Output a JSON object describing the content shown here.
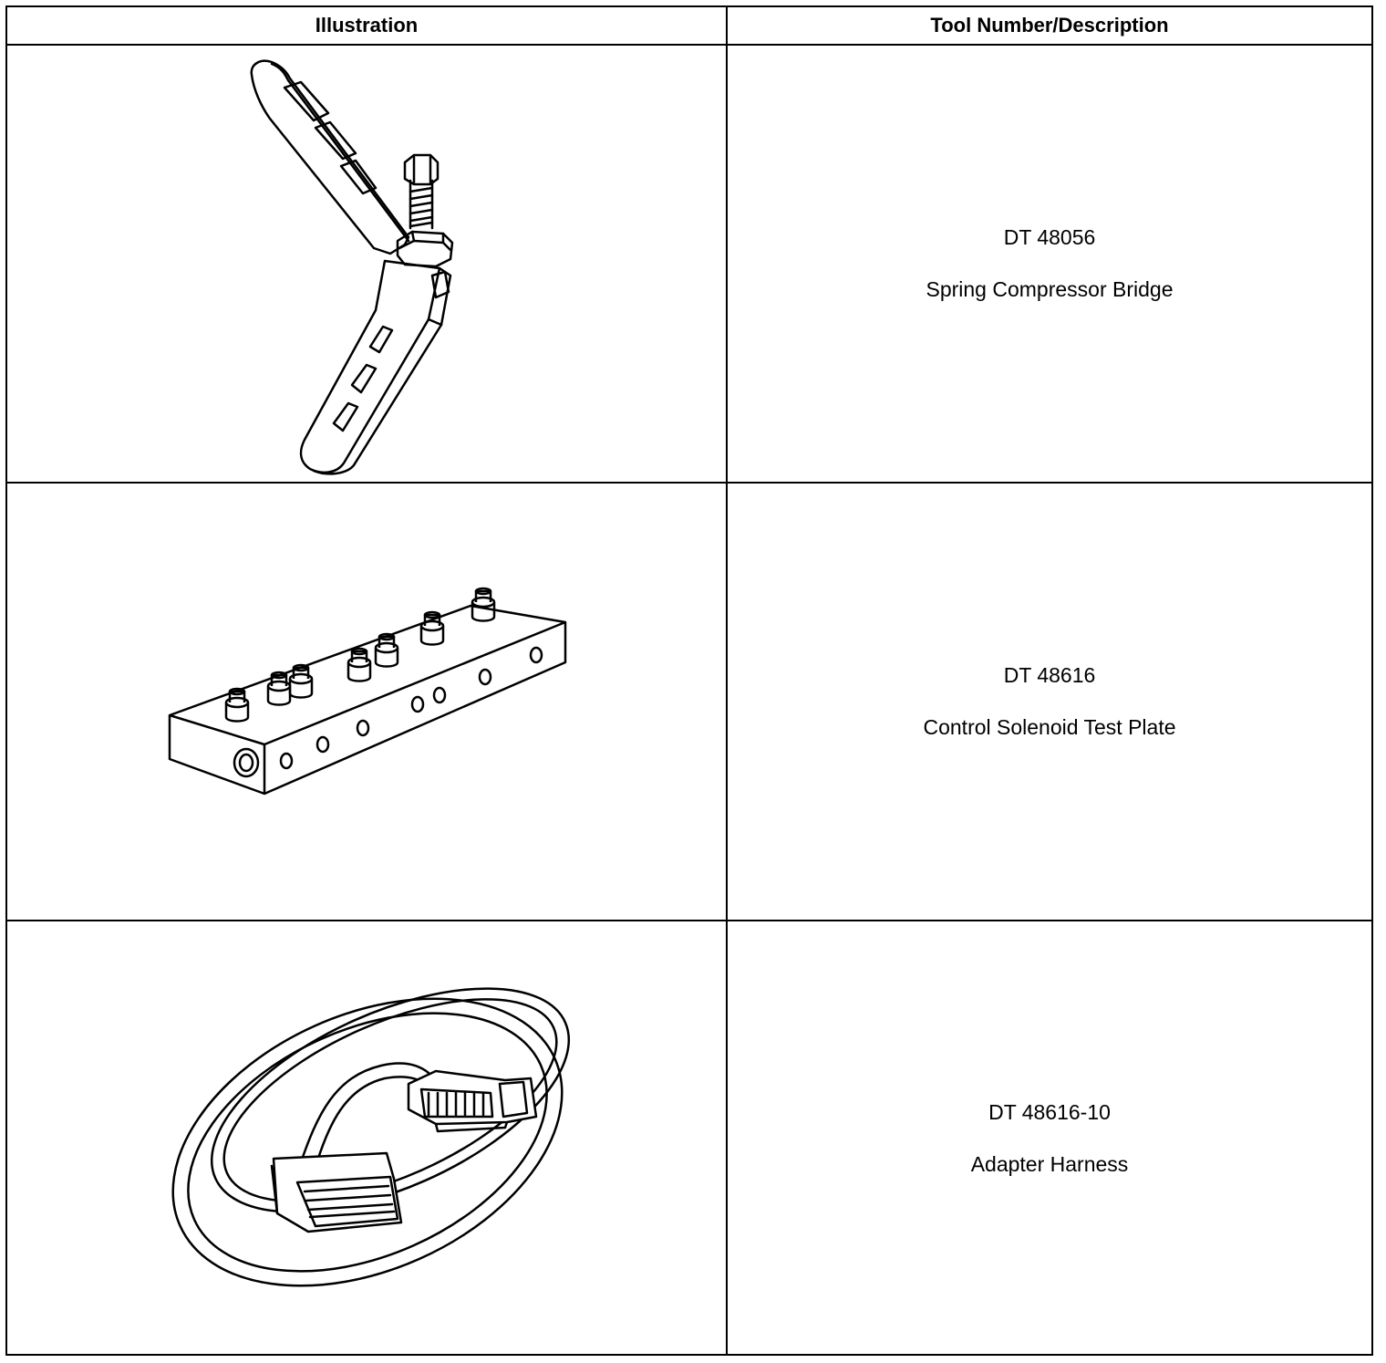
{
  "header": {
    "illustration": "Illustration",
    "tool": "Tool Number/Description"
  },
  "rows": [
    {
      "number": "DT 48056",
      "description": "Spring Compressor Bridge",
      "icon": "spring-compressor-bridge-icon"
    },
    {
      "number": "DT 48616",
      "description": "Control Solenoid Test Plate",
      "icon": "test-plate-icon"
    },
    {
      "number": "DT 48616-10",
      "description": "Adapter Harness",
      "icon": "adapter-harness-icon"
    }
  ]
}
